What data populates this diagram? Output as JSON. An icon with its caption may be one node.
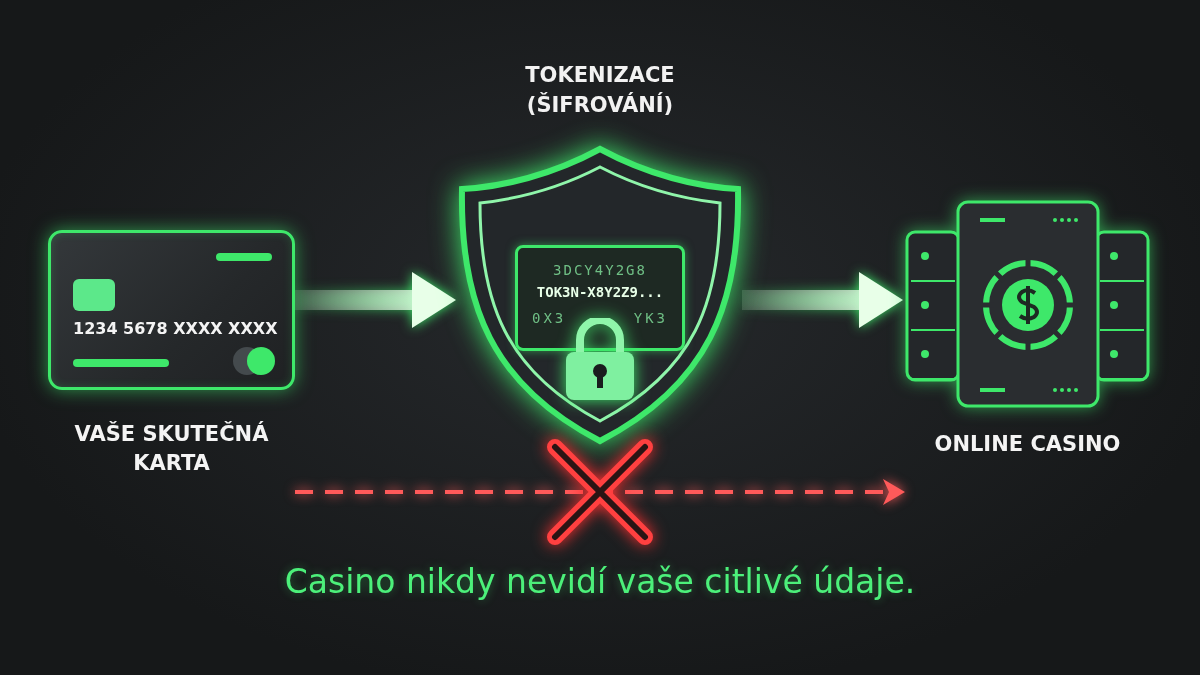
{
  "diagram": {
    "caption": "Casino nikdy nevidí vaše citlivé údaje.",
    "nodes": [
      {
        "text": [
          "1234 5678 XXXX XXXX"
        ],
        "beside": [
          "VAŠE SKUTEČNÁ KARTA"
        ]
      },
      {
        "text": [
          "TOKENIZACE (ŠIFROVÁNÍ)",
          "3DCY4Y2G8",
          "TOK3N-X8Y2Z9...",
          "0X3",
          "YK3"
        ]
      },
      {
        "text": [],
        "shape": "picture",
        "beside": [
          "ONLINE CASINO"
        ]
      }
    ],
    "edges": [
      {
        "from": 0,
        "to": 1,
        "arrow": "to",
        "style": "thick"
      },
      {
        "from": 1,
        "to": 2,
        "arrow": "to",
        "style": "thick"
      },
      {
        "from": 0,
        "to": 2,
        "arrow": "to",
        "style": "dashed",
        "color": "#ff5a5a"
      }
    ]
  }
}
